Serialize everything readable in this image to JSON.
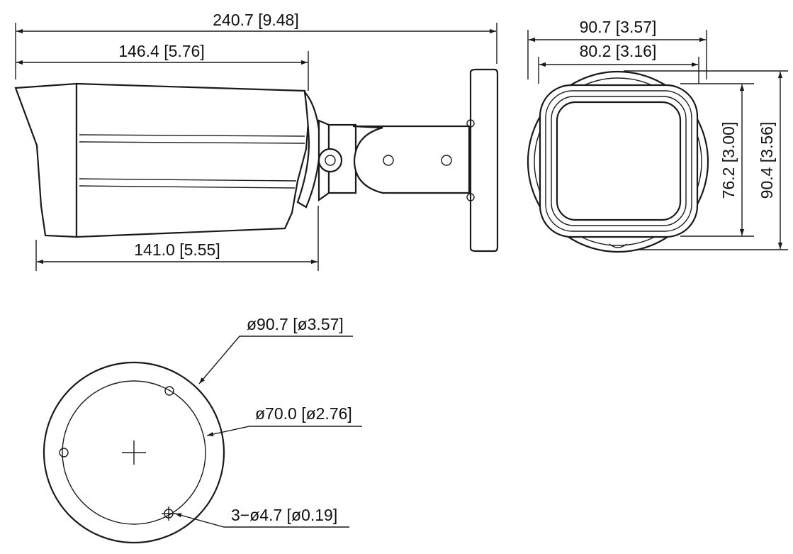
{
  "dimensions": {
    "side_view": {
      "overall_length": "240.7 [9.48]",
      "housing_length": "146.4 [5.76]",
      "body_length": "141.0 [5.55]"
    },
    "front_view": {
      "outer_width": "90.7 [3.57]",
      "inner_width": "80.2 [3.16]",
      "inner_height": "76.2 [3.00]",
      "outer_height": "90.4 [3.56]"
    },
    "base_view": {
      "outer_diameter": "ø90.7 [ø3.57]",
      "bolt_circle_diameter": "ø70.0 [ø2.76]",
      "hole_diameter": "3−ø4.7 [ø0.19]"
    }
  },
  "colors": {
    "line": "#1a1a1a",
    "background": "#ffffff"
  }
}
